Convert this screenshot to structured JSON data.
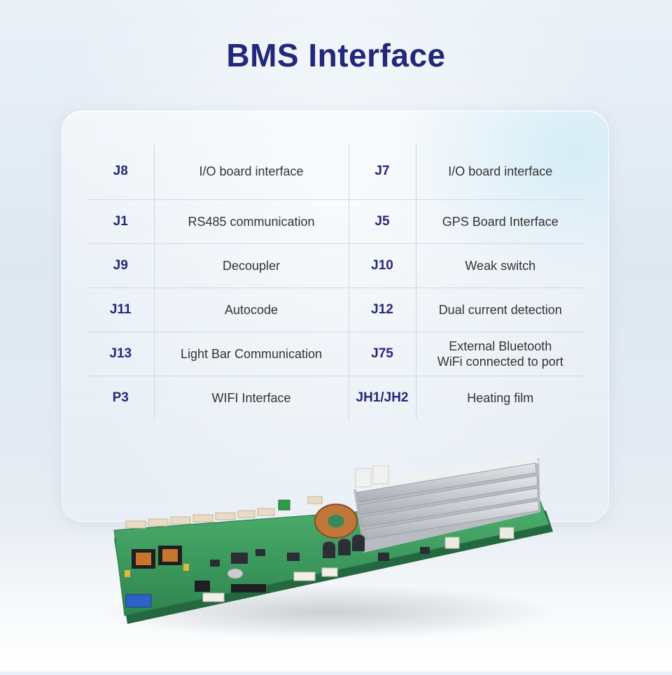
{
  "title": "BMS Interface",
  "rows": [
    {
      "left_code": "J8",
      "left_desc": "I/O board interface",
      "right_code": "J7",
      "right_desc": "I/O board interface"
    },
    {
      "left_code": "J1",
      "left_desc": "RS485 communication",
      "right_code": "J5",
      "right_desc": "GPS Board Interface"
    },
    {
      "left_code": "J9",
      "left_desc": "Decoupler",
      "right_code": "J10",
      "right_desc": "Weak switch"
    },
    {
      "left_code": "J11",
      "left_desc": "Autocode",
      "right_code": "J12",
      "right_desc": "Dual current detection"
    },
    {
      "left_code": "J13",
      "left_desc": "Light Bar Communication",
      "right_code": "J75",
      "right_desc_line1": "External Bluetooth",
      "right_desc_line2": "WiFi connected to port"
    },
    {
      "left_code": "P3",
      "left_desc": "WIFI Interface",
      "right_code": "JH1/JH2",
      "right_desc": "Heating film"
    }
  ],
  "colors": {
    "title": "#22287a",
    "code": "#26287a",
    "pcb": "#3c9a5c",
    "heatsink": "#c9ccd1"
  }
}
